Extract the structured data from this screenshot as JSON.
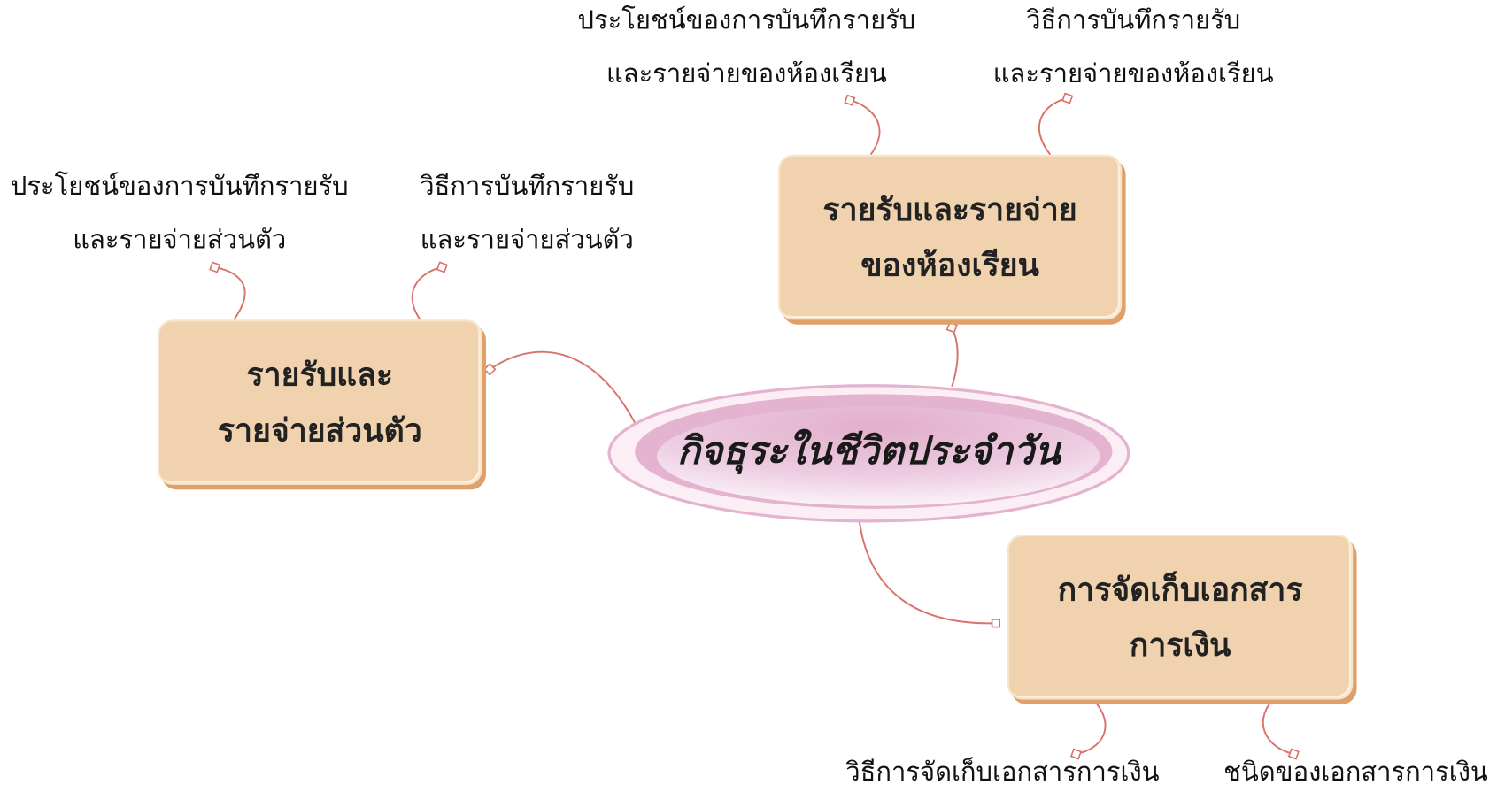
{
  "center": {
    "title": "กิจธุระในชีวิตประจำวัน"
  },
  "branches": [
    {
      "line1": "รายรับและ",
      "line2": "รายจ่ายส่วนตัว",
      "children": [
        {
          "line1": "ประโยชน์ของการบันทึกรายรับ",
          "line2": "และรายจ่ายส่วนตัว"
        },
        {
          "line1": "วิธีการบันทึกรายรับ",
          "line2": "และรายจ่ายส่วนตัว"
        }
      ]
    },
    {
      "line1": "รายรับและรายจ่าย",
      "line2": "ของห้องเรียน",
      "children": [
        {
          "line1": "ประโยชน์ของการบันทึกรายรับ",
          "line2": "และรายจ่ายของห้องเรียน"
        },
        {
          "line1": "วิธีการบันทึกรายรับ",
          "line2": "และรายจ่ายของห้องเรียน"
        }
      ]
    },
    {
      "line1": "การจัดเก็บเอกสาร",
      "line2": "การเงิน",
      "children": [
        {
          "line1": "วิธีการจัดเก็บเอกสารการเงิน"
        },
        {
          "line1": "ชนิดของเอกสารการเงิน"
        }
      ]
    }
  ],
  "colors": {
    "box": "#f0d3ae",
    "box_shadow": "#e0a06a",
    "connector": "#d9736a",
    "ellipse": "#e4b3cf"
  }
}
